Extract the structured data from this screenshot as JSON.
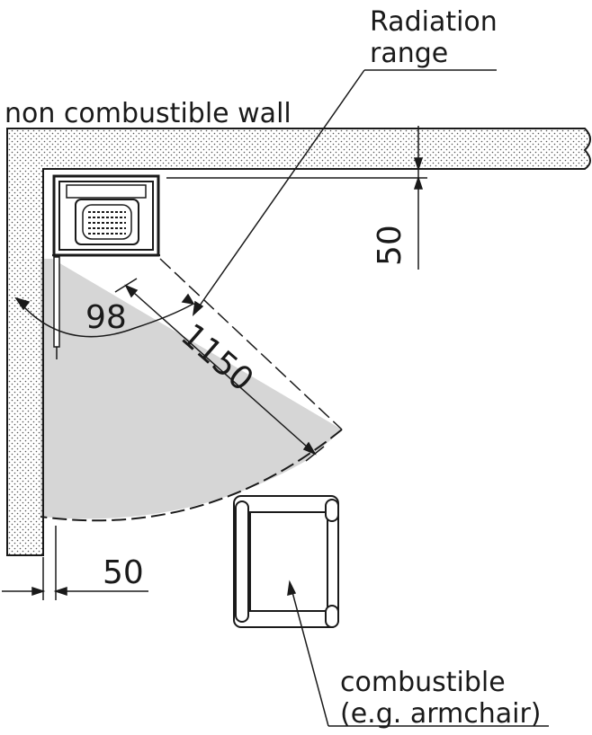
{
  "labels": {
    "radiation_line1": "Radiation",
    "radiation_line2": "range",
    "wall": "non combustible wall",
    "dim_top": "50",
    "dim_angle": "98",
    "dim_radius": "1150",
    "dim_side": "50",
    "combustible_line1": "combustible",
    "combustible_line2": "(e.g. armchair)"
  },
  "colors": {
    "line": "#1a1a1a",
    "radiation_fill": "#d6d6d6",
    "wall_dots": "#555555",
    "background": "#ffffff"
  },
  "icons": {
    "stove": "fireplace-stove-icon",
    "armchair": "armchair-icon"
  }
}
